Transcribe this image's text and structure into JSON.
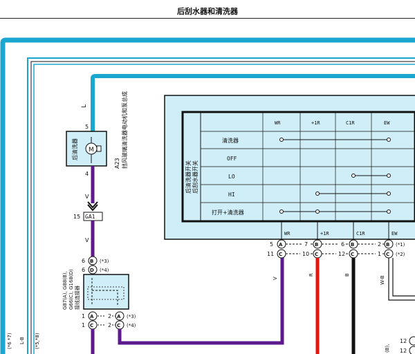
{
  "title": "后刮水器和清洗器",
  "harness": {
    "main_wire": "L",
    "motor_label": "A23",
    "motor_desc": "挡风玻璃清洗器电动机和泵总成",
    "motor_name": "后清洗器",
    "motor_symbol": "M",
    "pin_top": "5",
    "pin_bottom": "4",
    "wire_v1": "V",
    "wire_v2": "V",
    "wire_v3": "V",
    "wire_lb": "L-B",
    "connector_ga1": "GA1",
    "pin_15": "15"
  },
  "junction": {
    "label_line1": "G87(A), G88(B),",
    "label_line2": "G66(C), G168(D)",
    "label_line3": "接线连接器",
    "top_pins": [
      {
        "pin": "6",
        "letter": "B",
        "note": "(*3)"
      },
      {
        "pin": "6",
        "letter": "D",
        "note": "(*4)"
      }
    ],
    "bottom_pins": [
      {
        "pin": "1",
        "letter": "A",
        "dash": "2",
        "letter2": "A",
        "note": "(*3)"
      },
      {
        "pin": "1",
        "letter": "C",
        "dash": "2",
        "letter2": "C",
        "note": "(*4)"
      }
    ]
  },
  "switch": {
    "side_label_1": "后清洗器开关",
    "side_label_2": "后刮水器开关",
    "columns": [
      "WR",
      "+1R",
      "C1R",
      "EW"
    ],
    "rows": [
      "清洗器",
      "OFF",
      "LO",
      "HI",
      "打开+清洗器"
    ],
    "terminals": [
      "WR",
      "+1R",
      "C1R",
      "EW"
    ]
  },
  "connector_row_1": [
    {
      "left_pin": "5",
      "left_letter": "A",
      "mid": "7",
      "right_letter": "B",
      "after": "6"
    },
    {
      "left_letter": "B",
      "mid": "2",
      "right_letter": "B",
      "note": "(*1)"
    }
  ],
  "connector_row_a": [
    "5",
    "A",
    "7",
    "B",
    "6",
    "B",
    "2",
    "B",
    "(*1)"
  ],
  "connector_row_b": [
    "11",
    "C",
    "10",
    "C",
    "12",
    "C",
    "1",
    "C",
    "(*2)"
  ],
  "wires_bottom": {
    "v": "V",
    "r": "R",
    "b": "B",
    "wb": "W-B"
  },
  "edge_notes": {
    "n1": "(*6 *7)",
    "n2": "(*5,*8)",
    "n3": "12",
    "n4": "12",
    "n5": "(B),"
  }
}
